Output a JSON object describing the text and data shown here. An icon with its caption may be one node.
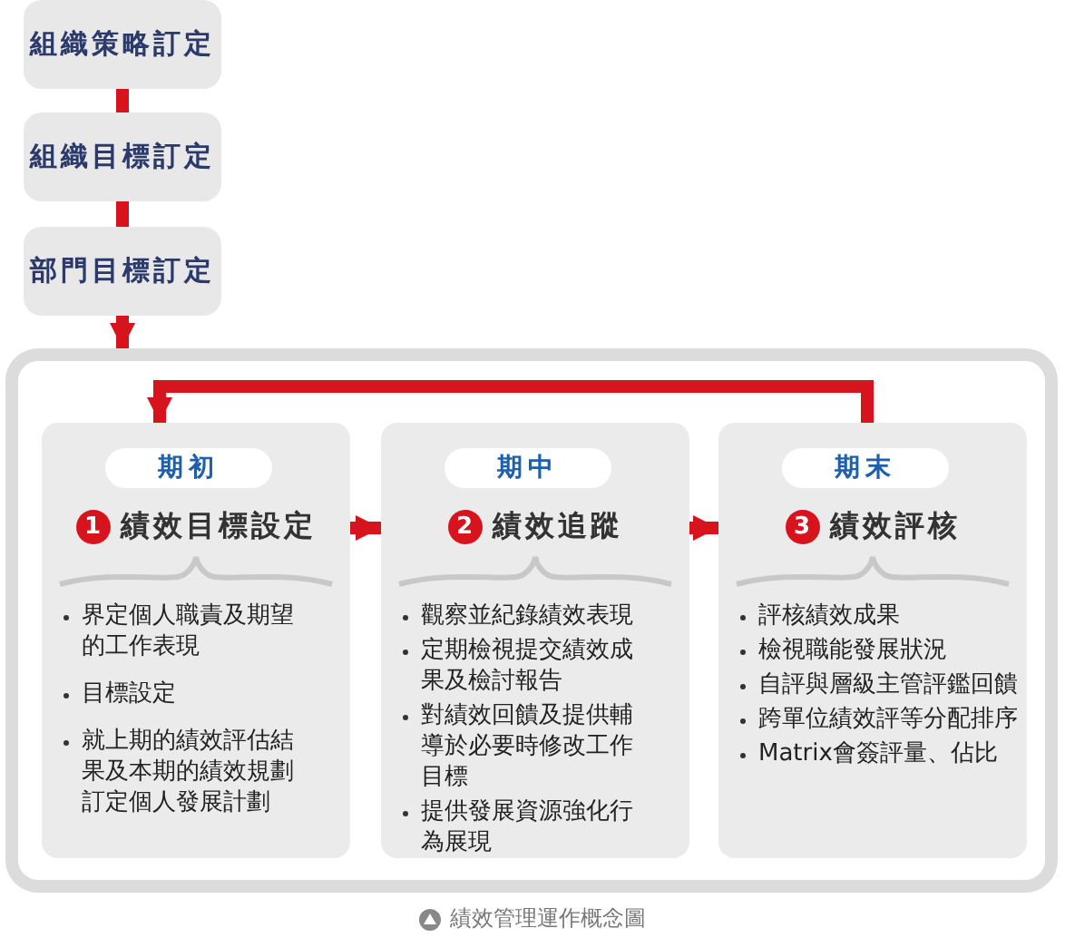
{
  "diagram": {
    "caption": "績效管理運作概念圖",
    "nodes": [
      {
        "text": [
          "組織策略訂定"
        ]
      },
      {
        "text": [
          "組織目標訂定"
        ]
      },
      {
        "text": [
          "部門目標訂定"
        ]
      },
      {
        "text": [],
        "shape": "box"
      },
      {
        "text": [
          "期初",
          "1",
          "績效目標設定",
          "界定個人職責及期望的工作表現",
          "目標設定",
          "就上期的績效評估結果及本期的績效規劃訂定個人發展計劃"
        ],
        "in": 3
      },
      {
        "text": [
          "期中",
          "2",
          "績效追蹤",
          "觀察並紀錄績效表現",
          "定期檢視提交績效成果及檢討報告",
          "對績效回饋及提供輔導於必要時修改工作目標",
          "提供發展資源強化行為展現"
        ],
        "in": 3
      },
      {
        "text": [
          "期末",
          "3",
          "績效評核",
          "評核績效成果",
          "檢視職能發展狀況",
          "自評與層級主管評鑑回饋",
          "跨單位績效評等分配排序",
          "Matrix會簽評量、佔比"
        ],
        "in": 3
      }
    ],
    "edges": [
      {
        "from": 0,
        "to": 1,
        "arrow": "none"
      },
      {
        "from": 1,
        "to": 2,
        "arrow": "none"
      },
      {
        "from": 2,
        "to": 3,
        "arrow": "to"
      },
      {
        "from": 6,
        "to": 4,
        "arrow": "to"
      },
      {
        "from": 4,
        "to": 5,
        "arrow": "to"
      },
      {
        "from": 5,
        "to": 6,
        "arrow": "to"
      }
    ]
  }
}
